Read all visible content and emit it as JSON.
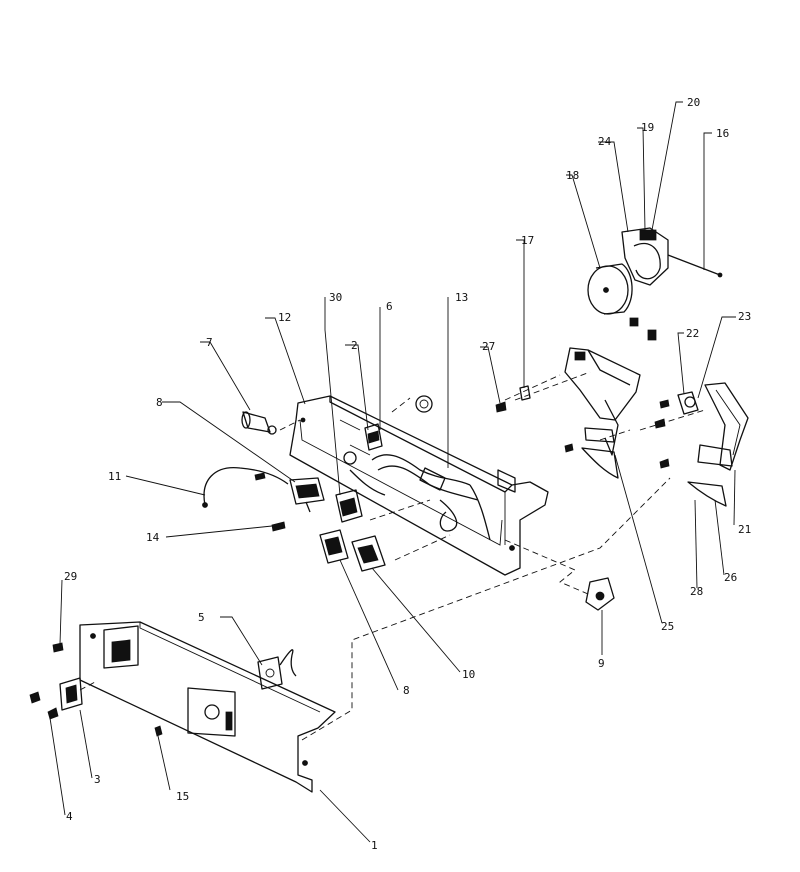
{
  "diagram": {
    "callouts": [
      "1",
      "2",
      "3",
      "4",
      "5",
      "6",
      "7",
      "8",
      "8",
      "9",
      "10",
      "11",
      "12",
      "13",
      "14",
      "15",
      "16",
      "17",
      "18",
      "19",
      "20",
      "21",
      "22",
      "23",
      "24",
      "25",
      "26",
      "27",
      "28",
      "29",
      "30"
    ]
  }
}
